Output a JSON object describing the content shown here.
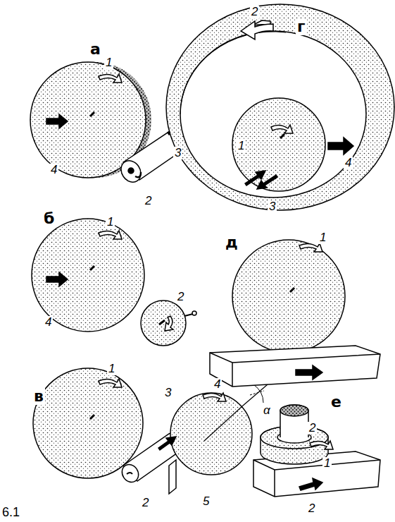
{
  "diagram": {
    "caption": "6.1",
    "labels": [
      "а",
      "1",
      "4",
      "2",
      "3",
      "г",
      "2",
      "1",
      "3",
      "4",
      "б",
      "1",
      "4",
      "2",
      "д",
      "1",
      "2",
      "в",
      "1",
      "3",
      "4",
      "α",
      "2",
      "5",
      "е",
      "1",
      "2"
    ]
  }
}
